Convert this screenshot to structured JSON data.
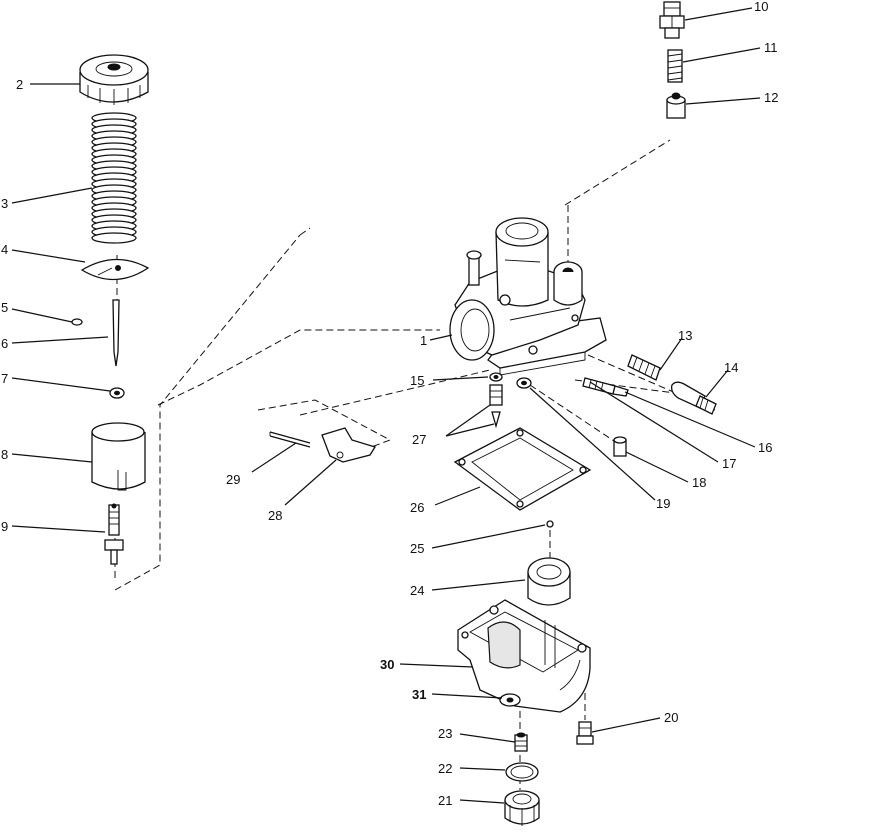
{
  "callouts": {
    "c1": "1",
    "c2": "2",
    "c3": "3",
    "c4": "4",
    "c5": "5",
    "c6": "6",
    "c7": "7",
    "c8": "8",
    "c9": "9",
    "c10": "10",
    "c11": "11",
    "c12": "12",
    "c13": "13",
    "c14": "14",
    "c15": "15",
    "c16": "16",
    "c17": "17",
    "c18": "18",
    "c19": "19",
    "c20": "20",
    "c21": "21",
    "c22": "22",
    "c23": "23",
    "c24": "24",
    "c25": "25",
    "c26": "26",
    "c27": "27",
    "c28": "28",
    "c29": "29",
    "c30": "30",
    "c31": "31"
  },
  "colors": {
    "ink": "#111111",
    "paper": "#ffffff"
  }
}
